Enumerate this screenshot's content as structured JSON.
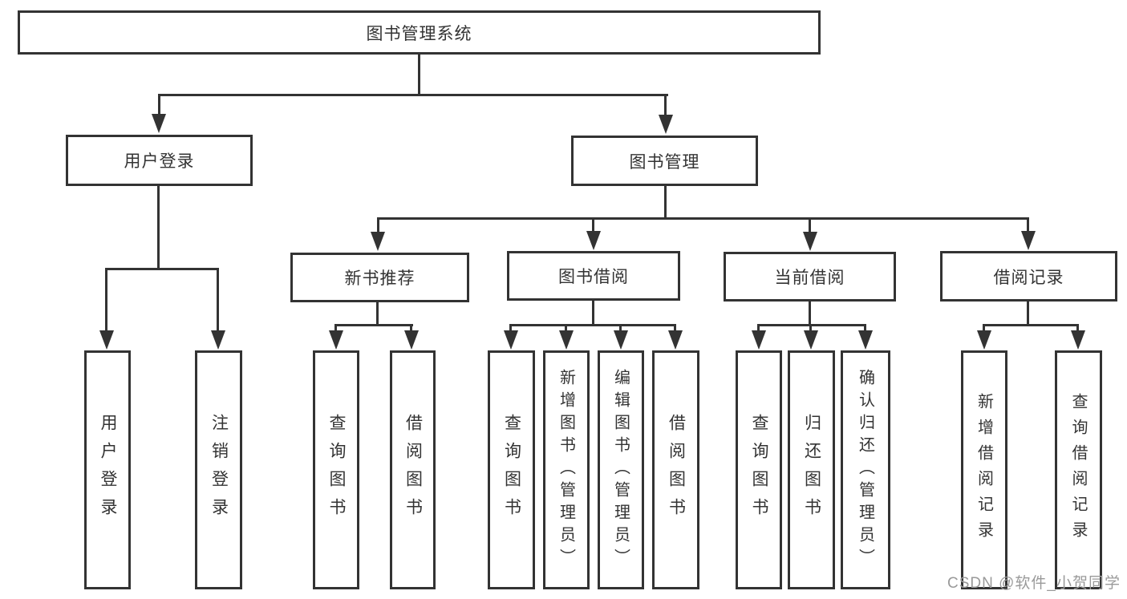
{
  "tree": {
    "root": "图书管理系统",
    "level1": [
      {
        "label": "用户登录",
        "children": [
          {
            "label": "用户登录"
          },
          {
            "label": "注销登录"
          }
        ]
      },
      {
        "label": "图书管理",
        "children": [
          {
            "label": "新书推荐",
            "children": [
              {
                "label": "查询图书"
              },
              {
                "label": "借阅图书"
              }
            ]
          },
          {
            "label": "图书借阅",
            "children": [
              {
                "label": "查询图书"
              },
              {
                "label": "新增图书（管理员）"
              },
              {
                "label": "编辑图书（管理员）"
              },
              {
                "label": "借阅图书"
              }
            ]
          },
          {
            "label": "当前借阅",
            "children": [
              {
                "label": "查询图书"
              },
              {
                "label": "归还图书"
              },
              {
                "label": "确认归还（管理员）"
              }
            ]
          },
          {
            "label": "借阅记录",
            "children": [
              {
                "label": "新增借阅记录"
              },
              {
                "label": "查询借阅记录"
              }
            ]
          }
        ]
      }
    ]
  },
  "watermark": {
    "text": "CSDN @软件_小贺同学"
  },
  "colors": {
    "line": "#333333",
    "text": "#333333",
    "watermark": "#9a9a9a",
    "background": "#ffffff"
  }
}
